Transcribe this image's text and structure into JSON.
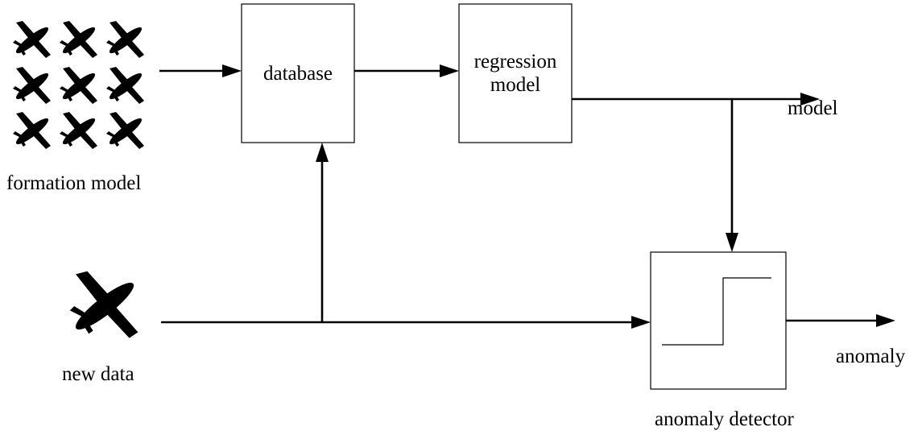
{
  "nodes": {
    "formation": {
      "label": "formation model",
      "icon": "airplane-fleet-icon"
    },
    "new_data": {
      "label": "new data",
      "icon": "airplane-icon"
    },
    "database": {
      "label": "database"
    },
    "regression": {
      "label_line1": "regression",
      "label_line2": "model"
    },
    "detector": {
      "label": "anomaly detector",
      "icon": "step-function-icon"
    }
  },
  "outputs": {
    "model": "model",
    "anomaly": "anomaly"
  },
  "colors": {
    "stroke": "#000000",
    "box_fill": "#ffffff",
    "plane": "#000000"
  }
}
